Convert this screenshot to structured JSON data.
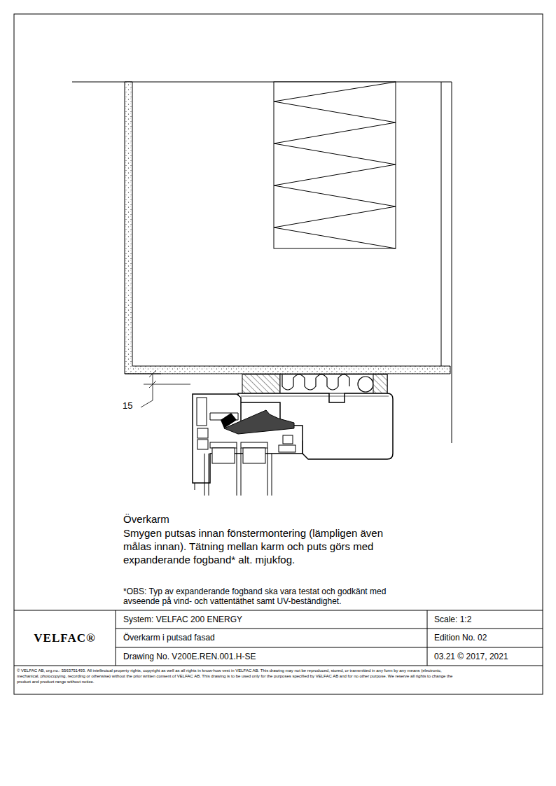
{
  "diagram": {
    "labels": [
      "15",
      "Överkarm",
      "Smygen putsas innan fönstermontering (lämpligen även målas innan). Tätning mellan karm och puts görs med expanderande fogband* alt. mjukfog.",
      "*OBS: Typ av expanderande fogband ska vara testat och godkänt med avseende på vind- och vattentäthet samt UV-beständighet.",
      "VELFAC®",
      "System: VELFAC 200 ENERGY",
      "Överkarm i putsad fasad",
      "Drawing No. V200E.REN.001.H-SE",
      "Scale: 1:2",
      "Edition No. 02",
      "03.21 © 2017, 2021",
      "© VELFAC AB, org.no.: 5563751493. All intellectual property rights, copyright as well as all rights in know-how vest in VELFAC AB. This drawing may not be reproduced, stored, or transmitted in any form by any means (electronic, mechanical, photocopying, recording or otherwise) without the prior written consent of VELFAC AB. This drawing is to be used only for the purposes specified by VELFAC AB and for no other purpose. We reserve all rights to change the product and product range without notice."
    ]
  }
}
